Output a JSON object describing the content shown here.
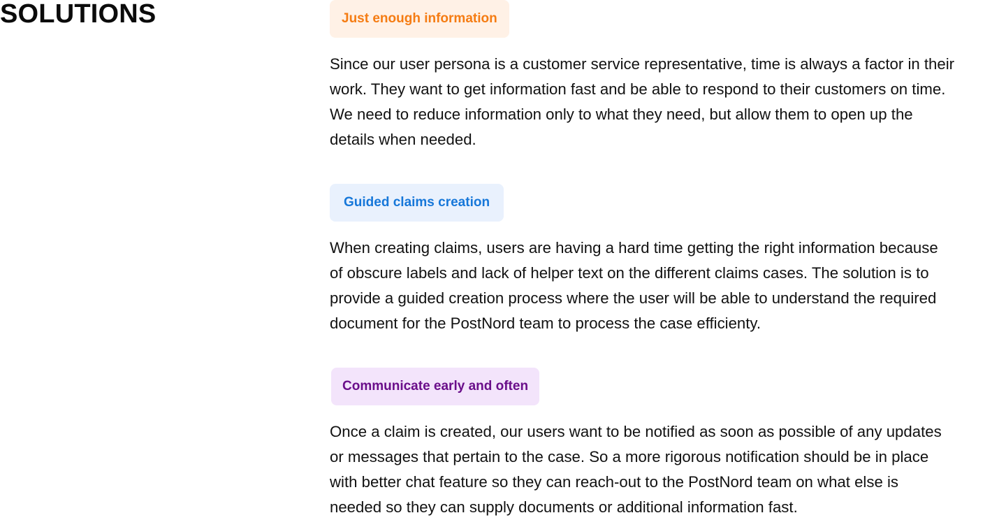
{
  "heading": "SOLUTIONS",
  "solutions": [
    {
      "tag": "Just enough information",
      "tag_color": "#f57c13",
      "tag_background": "#fff1e6",
      "lines": [
        "Since our user persona is a customer service representative, time is always a factor in their",
        "work. They want to get information fast and be able to respond to their customers on time.",
        "We need to reduce information only to what they need, but allow them to open up the",
        "details when needed."
      ]
    },
    {
      "tag": "Guided claims creation",
      "tag_color": "#1677d9",
      "tag_background": "#e9f1fd",
      "lines": [
        "When creating claims, users are having a hard time getting the right information because",
        "of obscure labels and lack of helper text on the different claims cases. The solution is to",
        "provide a guided creation process where the user will be able to understand the required",
        "document for the PostNord team to process the case efficienty."
      ]
    },
    {
      "tag": "Communicate early and often",
      "tag_color": "#6a0e8a",
      "tag_background": "#f3e4fb",
      "lines": [
        "Once a claim is created, our users want to be notified as soon as possible of any updates",
        "or messages that pertain to the case. So a more rigorous notification should be in place",
        "with better chat feature so they can reach-out to the PostNord team on what else is",
        "needed so they can supply documents or additional information fast."
      ]
    }
  ]
}
